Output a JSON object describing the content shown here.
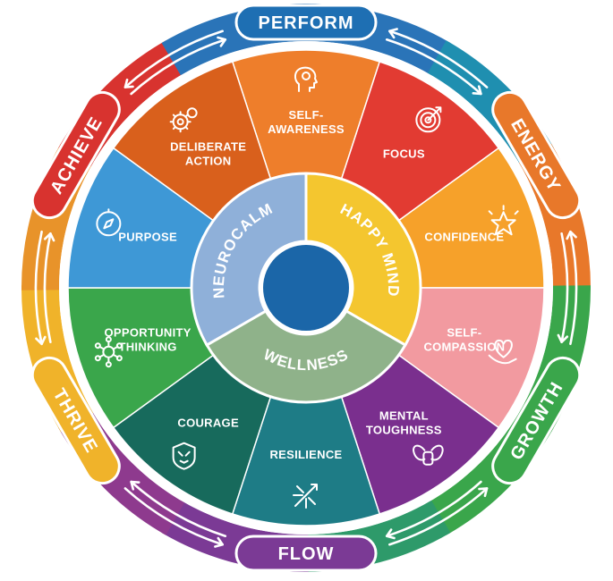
{
  "outer_labels": {
    "perform": "PERFORM",
    "energy": "ENERGY",
    "growth": "GROWTH",
    "flow": "FLOW",
    "thrive": "THRIVE",
    "achieve": "ACHIEVE"
  },
  "segments": {
    "self_awareness": [
      "SELF-",
      "AWARENESS"
    ],
    "focus": [
      "FOCUS"
    ],
    "confidence": [
      "CONFIDENCE"
    ],
    "self_compassion": [
      "SELF-",
      "COMPASSION"
    ],
    "mental_toughness": [
      "MENTAL",
      "TOUGHNESS"
    ],
    "resilience": [
      "RESILIENCE"
    ],
    "courage": [
      "COURAGE"
    ],
    "opportunity_thinking": [
      "OPPORTUNITY",
      "THINKING"
    ],
    "purpose": [
      "PURPOSE"
    ],
    "deliberate_action": [
      "DELIBERATE",
      "ACTION"
    ]
  },
  "core": {
    "happy_mind": "HAPPY MIND",
    "wellness": "WELLNESS",
    "neurocalm": "NEUROCALM"
  },
  "icons": [
    "head-profile-icon",
    "target-icon",
    "star-icon",
    "heart-hand-icon",
    "flexing-arms-icon",
    "arrows-burst-icon",
    "lion-shield-icon",
    "network-idea-icon",
    "compass-icon",
    "gears-icon"
  ],
  "colors": {
    "self_awareness": "#EE7E2B",
    "focus": "#E23B32",
    "confidence": "#F6A12A",
    "self_compassion": "#F29AA0",
    "mental_toughness": "#7A2F8E",
    "resilience": "#1E7C86",
    "courage": "#176A5C",
    "opportunity_thinking": "#3AA64B",
    "purpose": "#3E98D6",
    "deliberate_action": "#D9601C",
    "happy_mind": "#F4C62F",
    "wellness": "#8FB28A",
    "neurocalm": "#8FB0D9",
    "center": "#1B66A8",
    "pill_border": "#ffffff"
  }
}
